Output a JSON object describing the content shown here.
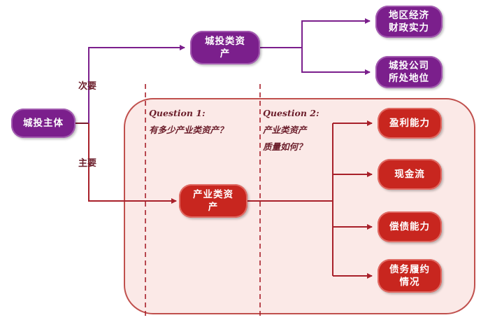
{
  "nodes": {
    "root": "城投主体",
    "urban_assets": "城投类资\n产",
    "regional_finance": "地区经济\n财政实力",
    "urban_status": "城投公司\n所处地位",
    "industry_assets": "产业类资\n产",
    "profitability": "盈利能力",
    "cash_flow": "现金流",
    "solvency": "偿债能力",
    "debt_performance": "债务履约\n情况"
  },
  "edge_labels": {
    "secondary": "次要",
    "primary": "主要"
  },
  "questions": {
    "q1": "Question 1:\n有多少产业类资产？",
    "q2": "Question 2:\n产业类资产\n质量如何？"
  },
  "colors": {
    "purple": "#7b1f8c",
    "red": "#c8261f",
    "panel_fill": "#fbe9e7",
    "line_dark": "#7a1b2c"
  }
}
